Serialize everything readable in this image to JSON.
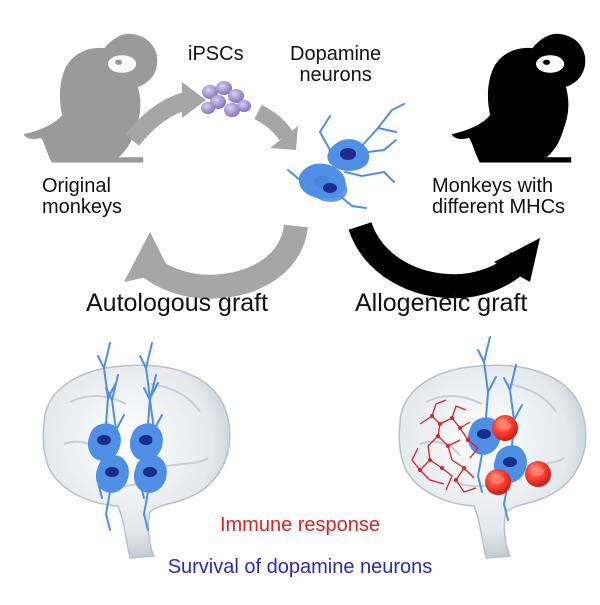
{
  "labels": {
    "ipscs": "iPSCs",
    "dopamine_neurons": "Dopamine\nneurons",
    "original_monkeys": "Original\nmonkeys",
    "monkeys_mhc": "Monkeys with\ndifferent MHCs",
    "autologous": "Autologous graft",
    "allogeneic": "Allogeneic graft"
  },
  "legend": {
    "immune": "Immune response",
    "survival": "Survival of dopamine neurons"
  },
  "colors": {
    "original_monkey": "#9a9a9a",
    "mhc_monkey": "#000000",
    "autologous_arrow": "#a6a6a6",
    "allogeneic_arrow": "#000000",
    "neuron": "#4f8fe6",
    "neuron_nucleus": "#1a2d8c",
    "ipsc": "#8f7fc6",
    "immune": "#e32020",
    "immune_cell": "#ff3b3b",
    "survival": "#2a2ab8",
    "brain": "#dfe6ec"
  },
  "icons": [
    "monkey-silhouette",
    "ipsc-cluster",
    "dopamine-neuron",
    "brain",
    "immune-cell"
  ]
}
